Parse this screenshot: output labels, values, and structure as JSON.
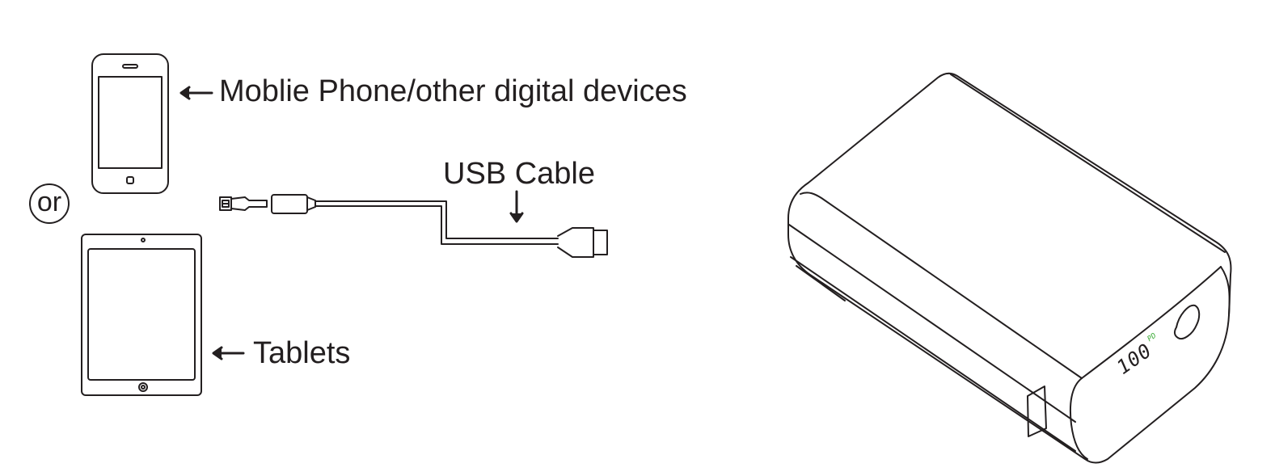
{
  "labels": {
    "phone": "Moblie Phone/other digital devices",
    "usb_cable": "USB Cable",
    "tablets": "Tablets",
    "or": "or"
  },
  "power_bank": {
    "display_value": "100",
    "display_suffix": "PD",
    "display_color": "#3aaa35"
  },
  "colors": {
    "line": "#231f20",
    "background": "#ffffff"
  }
}
